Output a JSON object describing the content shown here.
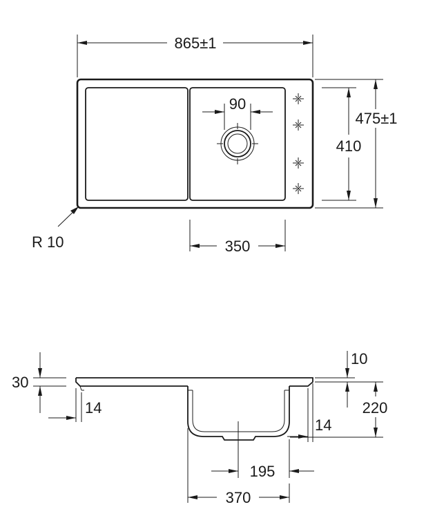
{
  "top_view": {
    "overall_width": "865±1",
    "overall_depth": "475±1",
    "bowl_depth": "410",
    "bowl_width": "350",
    "drain_diameter": "90",
    "corner_radius": "R 10"
  },
  "side_view": {
    "rim_height": "30",
    "top_thickness": "10",
    "total_height": "220",
    "left_offset": "14",
    "right_offset": "14",
    "bottom_width": "195",
    "bowl_width": "370"
  },
  "colors": {
    "line": "#1a1a1a",
    "background": "#ffffff"
  },
  "icons": [
    "tap-hole-icon"
  ]
}
